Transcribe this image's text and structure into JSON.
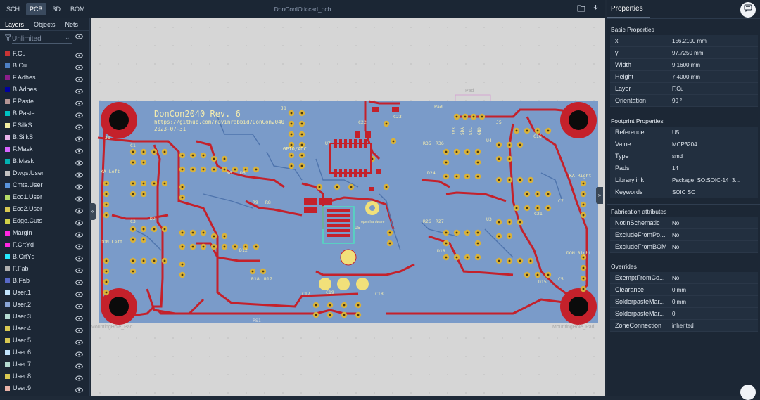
{
  "topbar": {
    "tabs": [
      {
        "label": "SCH",
        "active": false
      },
      {
        "label": "PCB",
        "active": true
      },
      {
        "label": "3D",
        "active": false
      },
      {
        "label": "BOM",
        "active": false
      }
    ],
    "filename": "DonConIO.kicad_pcb",
    "icons": [
      "folder-icon",
      "download-icon"
    ]
  },
  "left_panel": {
    "tabs": [
      {
        "label": "Layers",
        "active": true
      },
      {
        "label": "Objects",
        "active": false
      },
      {
        "label": "Nets",
        "active": false
      }
    ],
    "filter_value": "Unlimited",
    "layers": [
      {
        "name": "F.Cu",
        "color": "#c83434"
      },
      {
        "name": "B.Cu",
        "color": "#4d7fc4"
      },
      {
        "name": "F.Adhes",
        "color": "#8b1e8b"
      },
      {
        "name": "B.Adhes",
        "color": "#0000a0"
      },
      {
        "name": "F.Paste",
        "color": "#b49494"
      },
      {
        "name": "B.Paste",
        "color": "#00c2c2"
      },
      {
        "name": "F.SilkS",
        "color": "#f2eda1"
      },
      {
        "name": "B.SilkS",
        "color": "#e8b2e8"
      },
      {
        "name": "F.Mask",
        "color": "#d864ff"
      },
      {
        "name": "B.Mask",
        "color": "#02b3b3"
      },
      {
        "name": "Dwgs.User",
        "color": "#c2c2c2"
      },
      {
        "name": "Cmts.User",
        "color": "#5994dc"
      },
      {
        "name": "Eco1.User",
        "color": "#b4db68"
      },
      {
        "name": "Eco2.User",
        "color": "#d8c852"
      },
      {
        "name": "Edge.Cuts",
        "color": "#d0d248"
      },
      {
        "name": "Margin",
        "color": "#ff26e2"
      },
      {
        "name": "F.CrtYd",
        "color": "#ff26e2"
      },
      {
        "name": "B.CrtYd",
        "color": "#26e9ff"
      },
      {
        "name": "F.Fab",
        "color": "#afafaf"
      },
      {
        "name": "B.Fab",
        "color": "#5869c8"
      },
      {
        "name": "User.1",
        "color": "#c2e5ff"
      },
      {
        "name": "User.2",
        "color": "#89a5d6"
      },
      {
        "name": "User.3",
        "color": "#b4dbd2"
      },
      {
        "name": "User.4",
        "color": "#d8c852"
      },
      {
        "name": "User.5",
        "color": "#d8c852"
      },
      {
        "name": "User.6",
        "color": "#c2e5ff"
      },
      {
        "name": "User.7",
        "color": "#b4dbd2"
      },
      {
        "name": "User.8",
        "color": "#d8c852"
      },
      {
        "name": "User.9",
        "color": "#e8b2a8"
      }
    ]
  },
  "board": {
    "title": "DonCon2040 Rev. 6",
    "url": "https://github.com/ravinrabbid/DonCon2040",
    "date": "2023-07-31",
    "labels": {
      "ka_left": "KA Left",
      "ka_right": "KA Right",
      "don_left": "DON Left",
      "don_right": "DON Right",
      "gpio_adc": "GPIO/ADC",
      "pad": "Pad",
      "open_hardware": "open hardware",
      "mounting_hole_left": "MountingHole_Pad",
      "mounting_hole_right": "MountingHole_Pad",
      "ps1": "PS1",
      "u7": "U7",
      "u5": "U5",
      "u4": "U4",
      "u3": "U3",
      "j1": "J1",
      "j5": "J5",
      "j8": "J8",
      "c23": "C23",
      "c22": "C22",
      "c17": "C17",
      "c18": "C18",
      "c19": "C19",
      "c16": "C16",
      "c5": "C5",
      "c7": "C7",
      "c21": "C21",
      "r35": "R35",
      "r36": "R36",
      "r26": "R26",
      "r27": "R27",
      "r9": "R9",
      "r8": "R8",
      "r18": "R18",
      "r17": "R17",
      "r6": "R6",
      "d6": "D6",
      "d12": "D12",
      "d24": "D24",
      "d18": "D18",
      "d15": "D15",
      "c1": "C1",
      "c3": "C3",
      "d9": "D9",
      "gnd": "GND",
      "vcc": "3V3",
      "sda": "SDA",
      "scl": "SCL"
    }
  },
  "properties": {
    "title": "Properties",
    "basic_title": "Basic Properties",
    "basic": [
      {
        "key": "x",
        "value": "156.2100 mm"
      },
      {
        "key": "y",
        "value": "97.7250 mm"
      },
      {
        "key": "Width",
        "value": "9.1600 mm"
      },
      {
        "key": "Height",
        "value": "7.4000 mm"
      },
      {
        "key": "Layer",
        "value": "F.Cu"
      },
      {
        "key": "Orientation",
        "value": "90 °"
      }
    ],
    "footprint_title": "Footprint Properties",
    "footprint": [
      {
        "key": "Reference",
        "value": "U5"
      },
      {
        "key": "Value",
        "value": "MCP3204"
      },
      {
        "key": "Type",
        "value": "smd"
      },
      {
        "key": "Pads",
        "value": "14"
      },
      {
        "key": "Librarylink",
        "value": "Package_SO:SOIC-14_3..."
      },
      {
        "key": "Keywords",
        "value": "SOIC SO"
      }
    ],
    "fab_title": "Fabrication attributes",
    "fab": [
      {
        "key": "NotInSchematic",
        "value": "No"
      },
      {
        "key": "ExcludeFromPo...",
        "value": "No"
      },
      {
        "key": "ExcludeFromBOM",
        "value": "No"
      }
    ],
    "overrides_title": "Overrides",
    "overrides": [
      {
        "key": "ExemptFromCo...",
        "value": "No"
      },
      {
        "key": "Clearance",
        "value": "0 mm"
      },
      {
        "key": "SolderpasteMar...",
        "value": "0 mm"
      },
      {
        "key": "SolderpasteMar...",
        "value": "0"
      },
      {
        "key": "ZoneConnection",
        "value": "inherited"
      }
    ]
  }
}
